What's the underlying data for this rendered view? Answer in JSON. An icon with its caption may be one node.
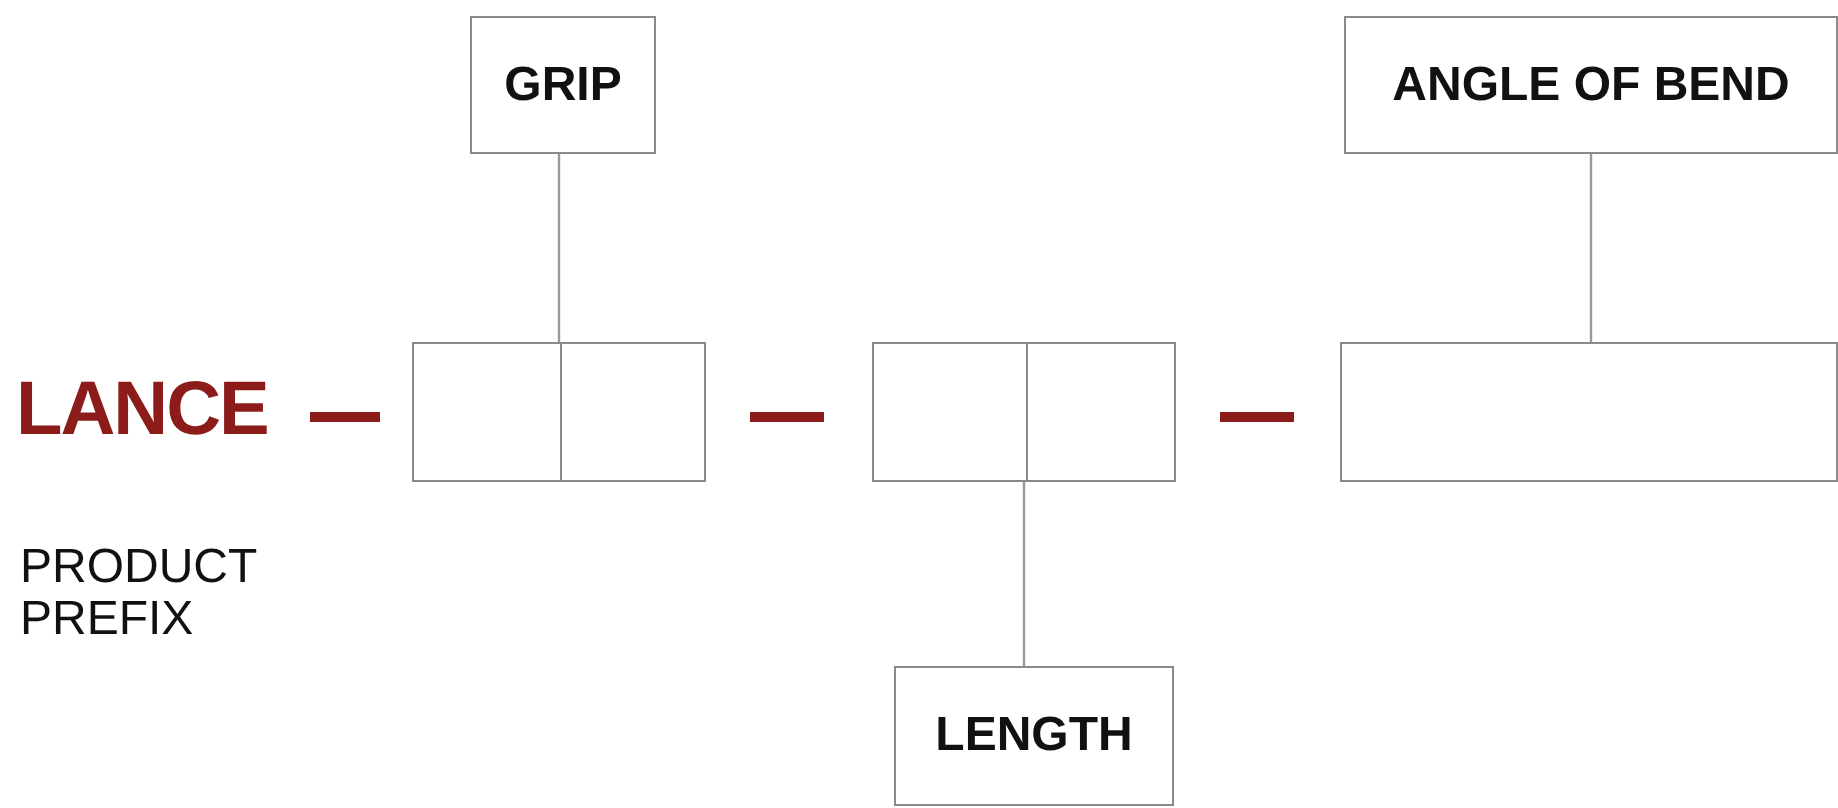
{
  "diagram": {
    "nodes": [
      {
        "text": [
          "GRIP"
        ]
      },
      {
        "text": [
          "ANGLE OF BEND"
        ]
      },
      {
        "text": [],
        "shape": "box"
      },
      {
        "text": [],
        "shape": "box"
      },
      {
        "text": [],
        "shape": "box"
      },
      {
        "text": [],
        "shape": "box"
      },
      {
        "text": [],
        "shape": "box"
      },
      {
        "text": [
          "LENGTH"
        ]
      }
    ],
    "edges": [
      {
        "from": 0,
        "to": 2,
        "arrow": "none"
      },
      {
        "from": 0,
        "to": 3,
        "arrow": "none"
      },
      {
        "from": 1,
        "to": 6,
        "arrow": "none"
      },
      {
        "from": 4,
        "to": 7,
        "arrow": "none"
      },
      {
        "from": 5,
        "to": 7,
        "arrow": "none"
      }
    ],
    "labels": [
      "LANCE",
      "PRODUCT PREFIX"
    ]
  }
}
